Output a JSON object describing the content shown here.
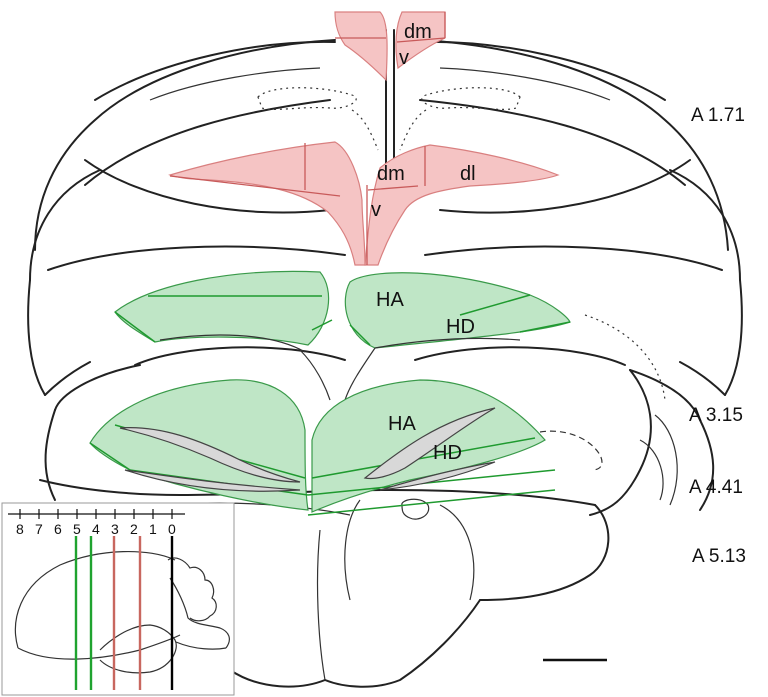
{
  "colors": {
    "dorsal_regions": "#f5c4c4",
    "dorsal_borders": "#c85a5a",
    "hyperpallium_regions": "#bfe6c6",
    "hyperpallium_borders": "#1f9a2f",
    "inset_green_lines": "#1fa32f",
    "inset_red_lines": "#c8675f",
    "inset_zero_line": "#000000"
  },
  "levels": {
    "a171": "A 1.71",
    "a315": "A 3.15",
    "a441": "A 4.41",
    "a513": "A 5.13"
  },
  "regions": {
    "top_dm": "dm",
    "top_v": "v",
    "mid_dm": "dm",
    "mid_dl": "dl",
    "mid_v": "v",
    "ha_upper": "HA",
    "hd_upper": "HD",
    "ha_lower": "HA",
    "hd_lower": "HD"
  },
  "inset": {
    "ticks": [
      "8",
      "7",
      "6",
      "5",
      "4",
      "3",
      "2",
      "1",
      "0"
    ]
  }
}
